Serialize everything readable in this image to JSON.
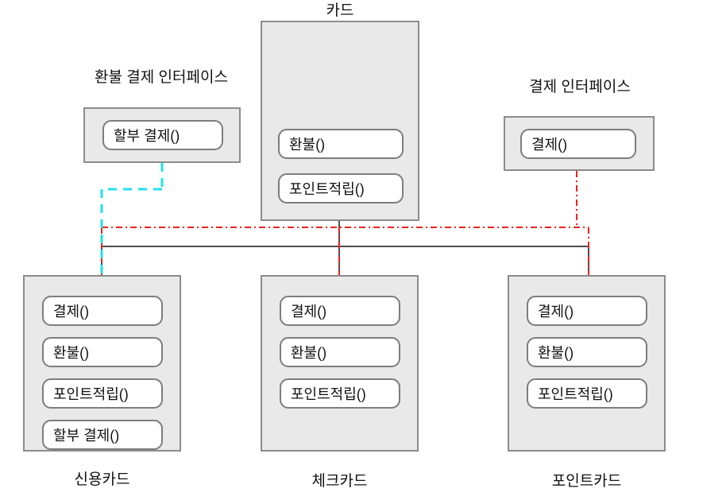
{
  "diagram": {
    "title_card": "카드",
    "title_refund_interface": "환불 결제 인터페이스",
    "title_payment_interface": "결제 인터페이스",
    "label_credit_card": "신용카드",
    "label_check_card": "체크카드",
    "label_point_card": "포인트카드"
  },
  "methods": {
    "pay": "결제()",
    "refund": "환불()",
    "point_accrual": "포인트적립()",
    "installment_pay": "할부 결제()"
  },
  "boxes": {
    "card": {
      "name": "카드",
      "methods": [
        "환불()",
        "포인트적립()"
      ]
    },
    "refund_interface": {
      "name": "환불 결제 인터페이스",
      "methods": [
        "할부 결제()"
      ]
    },
    "payment_interface": {
      "name": "결제 인터페이스",
      "methods": [
        "결제()"
      ]
    },
    "credit_card": {
      "name": "신용카드",
      "methods": [
        "결제()",
        "환불()",
        "포인트적립()",
        "할부 결제()"
      ]
    },
    "check_card": {
      "name": "체크카드",
      "methods": [
        "결제()",
        "환불()",
        "포인트적립()"
      ]
    },
    "point_card": {
      "name": "포인트카드",
      "methods": [
        "결제()",
        "환불()",
        "포인트적립()"
      ]
    }
  },
  "colors": {
    "box_fill": "#e9e9e9",
    "box_border": "#8c8c8c",
    "pill_fill": "#ffffff",
    "pill_border": "#7d7d7d",
    "inheritance_line": "#4d4d4d",
    "realization_red": "#ee2222",
    "realization_cyan": "#22e0ee",
    "text": "#111111"
  },
  "connectors": {
    "inheritance": "generalization-solid",
    "implements_payment": "realization-red-dashdot",
    "implements_refund": "realization-cyan-dashed"
  }
}
